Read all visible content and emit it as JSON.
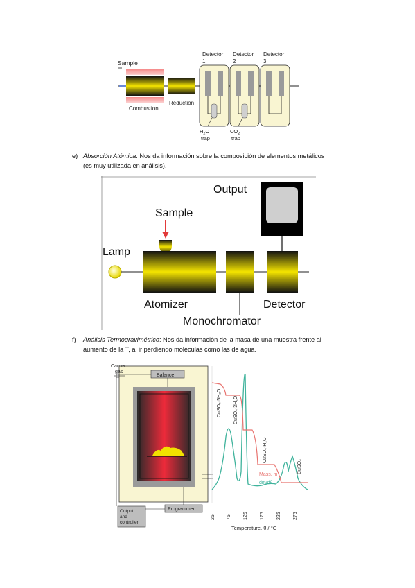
{
  "cna": {
    "sample": "Sample",
    "combustion": "Combustion",
    "reduction": "Reduction",
    "detectors": [
      {
        "title": "Detector",
        "num": "1"
      },
      {
        "title": "Detector",
        "num": "2"
      },
      {
        "title": "Detector",
        "num": "3"
      }
    ],
    "trap1_main": "H",
    "trap1_sub": "2",
    "trap1_rest": "O",
    "trap2_main": "CO",
    "trap2_sub": "2",
    "trap_word": "trap"
  },
  "section_e": {
    "label": "e)",
    "title": "Absorción Atómica",
    "text_line1": ": Nos da información sobre la composición de elementos metálicos",
    "text_line2": "(es muy utilizada en análisis)."
  },
  "aa": {
    "output": "Output",
    "sample": "Sample",
    "lamp": "Lamp",
    "atomizer": "Atomizer",
    "detector": "Detector",
    "monochromator": "Monochromator"
  },
  "section_f": {
    "label": "f)",
    "title": "Análisis Termogravimétrico",
    "text_line1": ": Nos da información de la masa de una muestra frente al",
    "text_line2": "aumento de la T, al ir perdiendo moléculas como las de agua."
  },
  "tga": {
    "carrier1": "Carrier",
    "carrier2": "gas",
    "balance": "Balance",
    "output1": "Output",
    "output2": "and",
    "output3": "controller",
    "programmer": "Programmer",
    "curve_labels": [
      "CuSO₄·5H₂O",
      "CuSO₄·3H₂O",
      "CuSO₄·H₂O",
      "CuSO₄"
    ],
    "mass_label": "Mass, m",
    "deriv_label": "dm/dθ",
    "xlabel": "Temperature, θ / °C",
    "xticks": [
      "25",
      "75",
      "125",
      "175",
      "225",
      "275"
    ]
  },
  "colors": {
    "mass_curve": "#e8736f",
    "deriv_curve": "#3fb39c",
    "panel_bg": "#f9f5d2",
    "yellow": "#f2e200"
  }
}
